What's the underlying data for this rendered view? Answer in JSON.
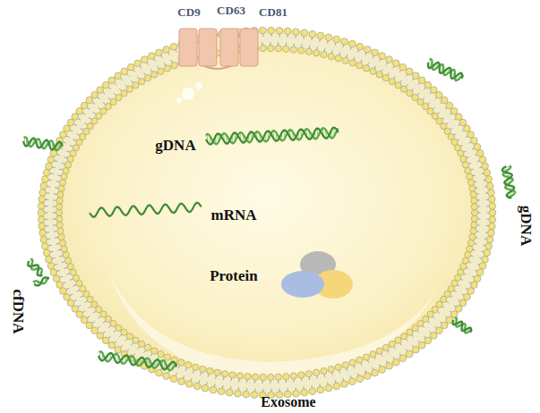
{
  "diagram": {
    "labels": [
      "CD9",
      "CD63",
      "CD81",
      "gDNA",
      "mRNA",
      "Protein",
      "gDNA",
      "cfDNA",
      "Exosome"
    ]
  }
}
